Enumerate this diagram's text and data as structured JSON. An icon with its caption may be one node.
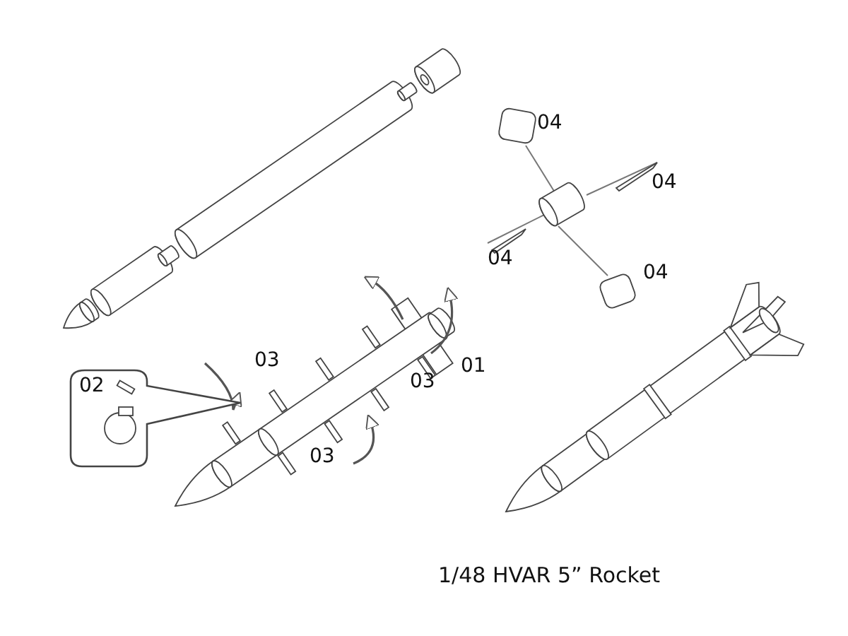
{
  "diagram": {
    "title": "1/48 HVAR 5” Rocket",
    "labels": [
      "04",
      "04",
      "04",
      "04",
      "03",
      "01",
      "02",
      "03",
      "03"
    ]
  }
}
